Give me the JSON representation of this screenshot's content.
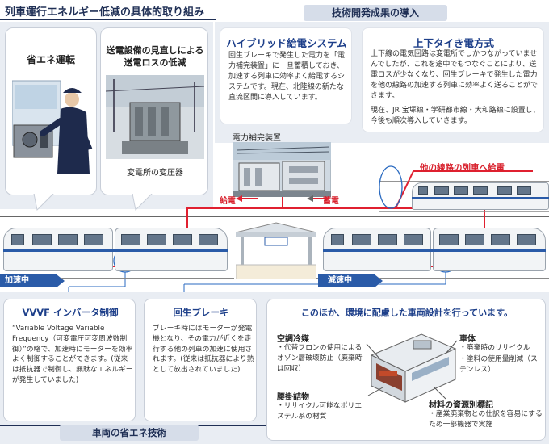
{
  "header": {
    "title": "列車運行エネルギー低減の具体的取り組み",
    "tech_tab": "技術開発成果の導入"
  },
  "cards": {
    "eco_driving": "省エネ運転",
    "substation_title": "送電設備の見直しによる送電ロスの低減",
    "substation_caption": "変電所の変圧器"
  },
  "hybrid": {
    "title": "ハイブリッド給電システム",
    "body": "回生ブレーキで発生した電力を「電力補完装置」に一旦蓄積しておき、加速する列車に効率よく給電するシステムです。現在、北陸線の新たな直流区間に導入しています。",
    "device_label": "電力補完装置",
    "supply_label": "給電",
    "charge_label": "蓄電"
  },
  "updown": {
    "title": "上下タイき電方式",
    "body1": "上下線の電気回路は変電所でしかつながっていませんでしたが、これを途中でもつなぐことにより、送電ロスが少なくなり、回生ブレーキで発生した電力を他の線路の加速する列車に効率よく送ることができます。",
    "body2": "現在、JR 宝塚線・学研都市線・大和路線に設置し、今後も順次導入していきます。",
    "other_train_label": "他の線路の列車へ給電"
  },
  "trains": {
    "accel_label": "加速中",
    "decel_label": "減速中"
  },
  "vvvf": {
    "title": "VVVF インバータ制御",
    "body": "“Variable Voltage Variable Frequency（可変電圧可変周波数制御）”の略で、加速時にモーターを効率よく制御することができます。(従来は抵抗器で制御し、無駄なエネルギーが発生していました)"
  },
  "regen": {
    "title": "回生ブレーキ",
    "body": "ブレーキ時にはモーターが発電機となり、その電力が近くを走行する他の列車の加速に使用されます。(従来は抵抗器により熱として放出されていました)"
  },
  "eco_design": {
    "title": "このほか、環境に配慮した車両設計を行っています。",
    "aircon_title": "空調冷媒",
    "aircon_body": "・代替フロンの使用によるオゾン層破壊防止（廃棄時は回収）",
    "body_title": "車体",
    "body_items": [
      "・廃棄時のリサイクル",
      "・塗料の使用量削減（ステンレス）"
    ],
    "seat_title": "腰掛詰物",
    "seat_body": "・リサイクル可能なポリエステル系の材質",
    "material_title": "材料の資源別標記",
    "material_body": "・産業廃棄物との仕訳を容易にするため一部機器で実施"
  },
  "footer": {
    "tab": "車両の省エネ技術"
  },
  "colors": {
    "navy": "#1f2f55",
    "accent_blue": "#1d3f8a",
    "accent_red": "#d8202c",
    "panel": "#e9edf3"
  }
}
